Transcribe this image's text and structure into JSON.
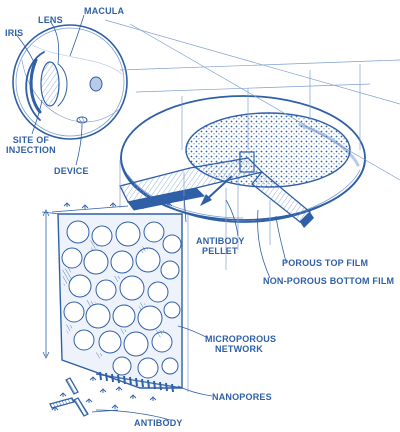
{
  "colors": {
    "ink": "#2f5fa6",
    "ink_light": "#7e9fd2",
    "ink_faint": "#b9cbe9",
    "paper": "#ffffff"
  },
  "labels": {
    "macula": "MACULA",
    "lens": "LENS",
    "iris": "IRIS",
    "site_of_injection_line1": "SITE OF",
    "site_of_injection_line2": "INJECTION",
    "device": "DEVICE",
    "antibody_pellet_line1": "ANTIBODY",
    "antibody_pellet_line2": "PELLET",
    "porous_top_film": "POROUS TOP FILM",
    "non_porous_bottom_film": "NON-POROUS BOTTOM FILM",
    "microporous_network_line1": "MICROPOROUS",
    "microporous_network_line2": "NETWORK",
    "nanopores": "NANOPORES",
    "antibody": "ANTIBODY"
  }
}
